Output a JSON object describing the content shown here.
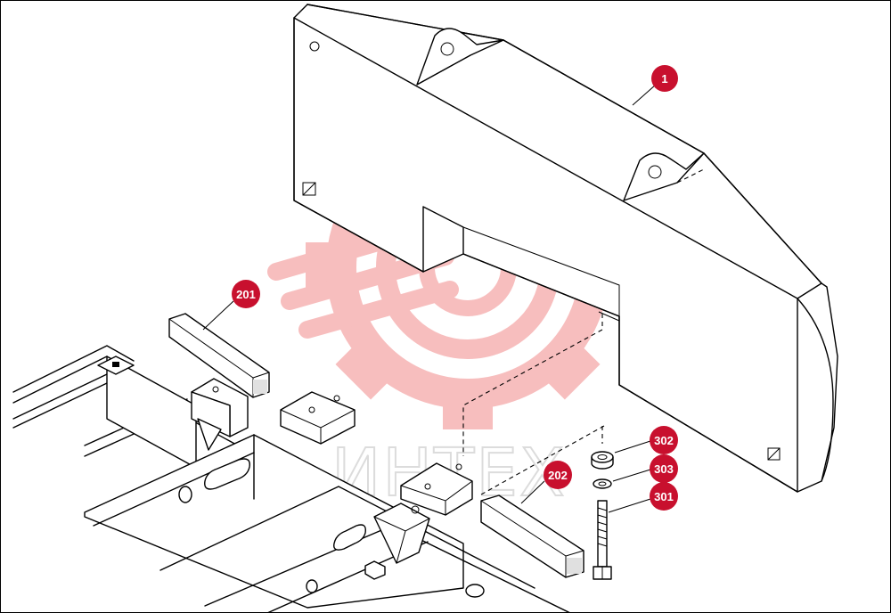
{
  "diagram": {
    "callouts": [
      {
        "id": "part-1",
        "label": "1"
      },
      {
        "id": "part-201",
        "label": "201"
      },
      {
        "id": "part-202",
        "label": "202"
      },
      {
        "id": "part-301",
        "label": "301"
      },
      {
        "id": "part-302",
        "label": "302"
      },
      {
        "id": "part-303",
        "label": "303"
      }
    ],
    "callout_color": "#c8102e",
    "watermark": {
      "text": "ИНТЕХ",
      "color": "#f28b8b"
    }
  }
}
